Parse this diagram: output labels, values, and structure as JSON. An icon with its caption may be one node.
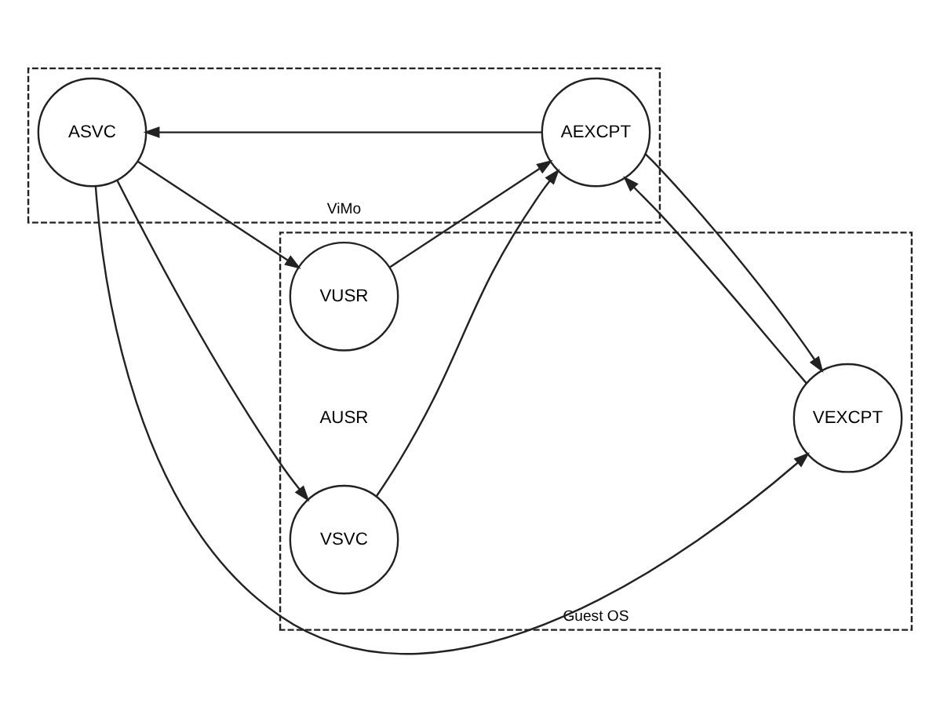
{
  "diagram": {
    "nodes": [
      {
        "text": [
          "ViMo"
        ]
      },
      {
        "text": [
          "AEXCPT"
        ],
        "in": 0
      },
      {
        "text": [
          "ASVC"
        ],
        "in": 0
      },
      {
        "text": [
          "Guest OS"
        ]
      },
      {
        "text": [
          "VUSR"
        ],
        "in": 3
      },
      {
        "text": [
          "VEXCPT"
        ],
        "in": 3
      },
      {
        "text": [
          "VSVC"
        ],
        "in": 3
      }
    ],
    "edges": [
      {
        "from": 4,
        "to": 1,
        "arrow": "to"
      },
      {
        "from": 1,
        "to": 5,
        "arrow": "to"
      },
      {
        "from": 5,
        "to": 1,
        "arrow": "to"
      },
      {
        "from": 6,
        "to": 1,
        "arrow": "to"
      },
      {
        "from": 1,
        "to": 2,
        "arrow": "to"
      },
      {
        "from": 2,
        "to": 4,
        "arrow": "to"
      },
      {
        "from": 2,
        "to": 5,
        "arrow": "to"
      },
      {
        "from": 2,
        "to": 6,
        "arrow": "to"
      }
    ],
    "labels": [
      "AUSR"
    ]
  }
}
